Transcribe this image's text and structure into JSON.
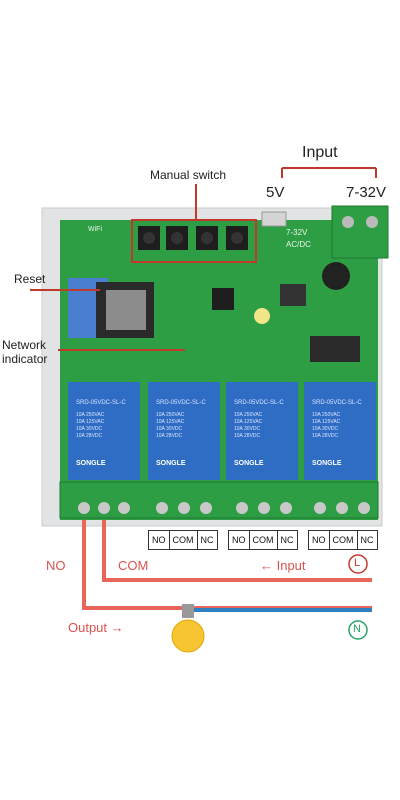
{
  "labels": {
    "input_title": "Input",
    "v5": "5V",
    "v7_32": "7-32V",
    "manual_switch": "Manual switch",
    "reset": "Reset",
    "network_indicator_line1": "Network",
    "network_indicator_line2": "indicator",
    "no": "NO",
    "com": "COM",
    "input_arrow": "← Input",
    "output": "Output →",
    "line_symbol": "L",
    "neutral_symbol": "N"
  },
  "board_text": {
    "wifi": "WiFi",
    "power_label_1": "7-32V",
    "power_label_2": "AC/DC"
  },
  "relays": [
    {
      "brand": "SONGLE",
      "model": "SRD-05VDC-SL-C",
      "ratings": [
        "10A 250VAC",
        "10A 125VAC",
        "10A 30VDC",
        "10A 28VDC"
      ]
    },
    {
      "brand": "SONGLE",
      "model": "SRD-05VDC-SL-C",
      "ratings": [
        "10A 250VAC",
        "10A 125VAC",
        "10A 30VDC",
        "10A 28VDC"
      ]
    },
    {
      "brand": "SONGLE",
      "model": "SRD-05VDC-SL-C",
      "ratings": [
        "10A 250VAC",
        "10A 125VAC",
        "10A 30VDC",
        "10A 28VDC"
      ]
    },
    {
      "brand": "SONGLE",
      "model": "SRD-05VDC-SL-C",
      "ratings": [
        "10A 250VAC",
        "10A 125VAC",
        "10A 30VDC",
        "10A 28VDC"
      ]
    }
  ],
  "terminal_groups": [
    [
      "NO",
      "COM",
      "NC"
    ],
    [
      "NO",
      "COM",
      "NC"
    ],
    [
      "NO",
      "COM",
      "NC"
    ]
  ],
  "colors": {
    "pcb": "#2e9e45",
    "enclosure": "#e3e5e6",
    "relay": "#2f6cc4",
    "annotation": "#c0392b",
    "wire_live": "#e8675a",
    "wire_neutral": "#2f7fc1",
    "bulb": "#f7c531"
  }
}
